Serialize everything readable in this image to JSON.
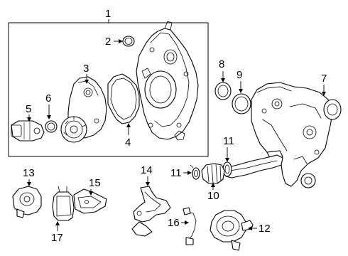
{
  "callouts": {
    "c1": "1",
    "c2": "2",
    "c3": "3",
    "c4": "4",
    "c5": "5",
    "c6": "6",
    "c7": "7",
    "c8": "8",
    "c9": "9",
    "c10": "10",
    "c11a": "11",
    "c11b": "11",
    "c12": "12",
    "c13": "13",
    "c14": "14",
    "c15": "15",
    "c16": "16",
    "c17": "17"
  },
  "colors": {
    "line": "#000000",
    "background": "#ffffff"
  }
}
